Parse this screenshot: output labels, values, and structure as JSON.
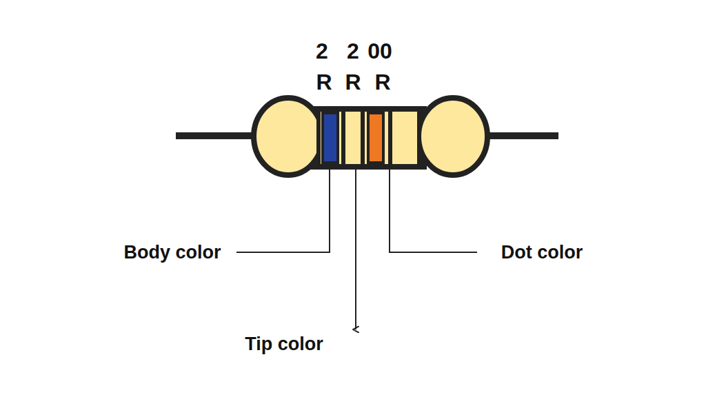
{
  "diagram": {
    "labels": [
      "2",
      "2",
      "00",
      "R",
      "R",
      "R",
      "Body color",
      "Dot color",
      "Tip color"
    ]
  }
}
